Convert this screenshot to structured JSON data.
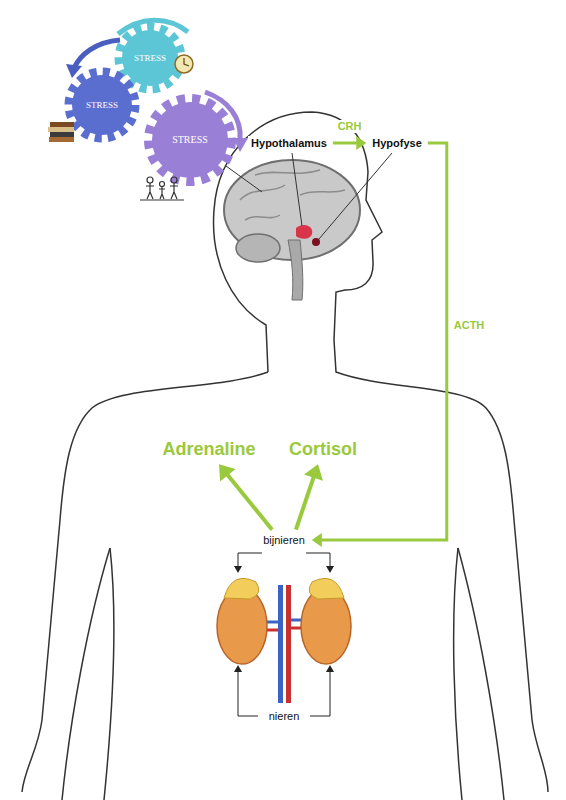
{
  "diagram": {
    "nodes": [
      {
        "text": [
          "Hypothalamus"
        ]
      },
      {
        "text": [
          "Hypofyse"
        ]
      },
      {
        "text": [
          "bijnieren"
        ]
      },
      {
        "text": [
          "Adrenaline"
        ]
      },
      {
        "text": [
          "Cortisol"
        ]
      }
    ],
    "edges": [
      {
        "from": 0,
        "to": 1,
        "label": "CRH",
        "arrow": "to"
      },
      {
        "from": 1,
        "to": 2,
        "label": "ACTH",
        "arrow": "to"
      },
      {
        "from": 2,
        "to": 3,
        "arrow": "to"
      },
      {
        "from": 2,
        "to": 4,
        "arrow": "to"
      }
    ],
    "labels": [
      "STRESS",
      "STRESS",
      "STRESS",
      "nieren"
    ]
  }
}
